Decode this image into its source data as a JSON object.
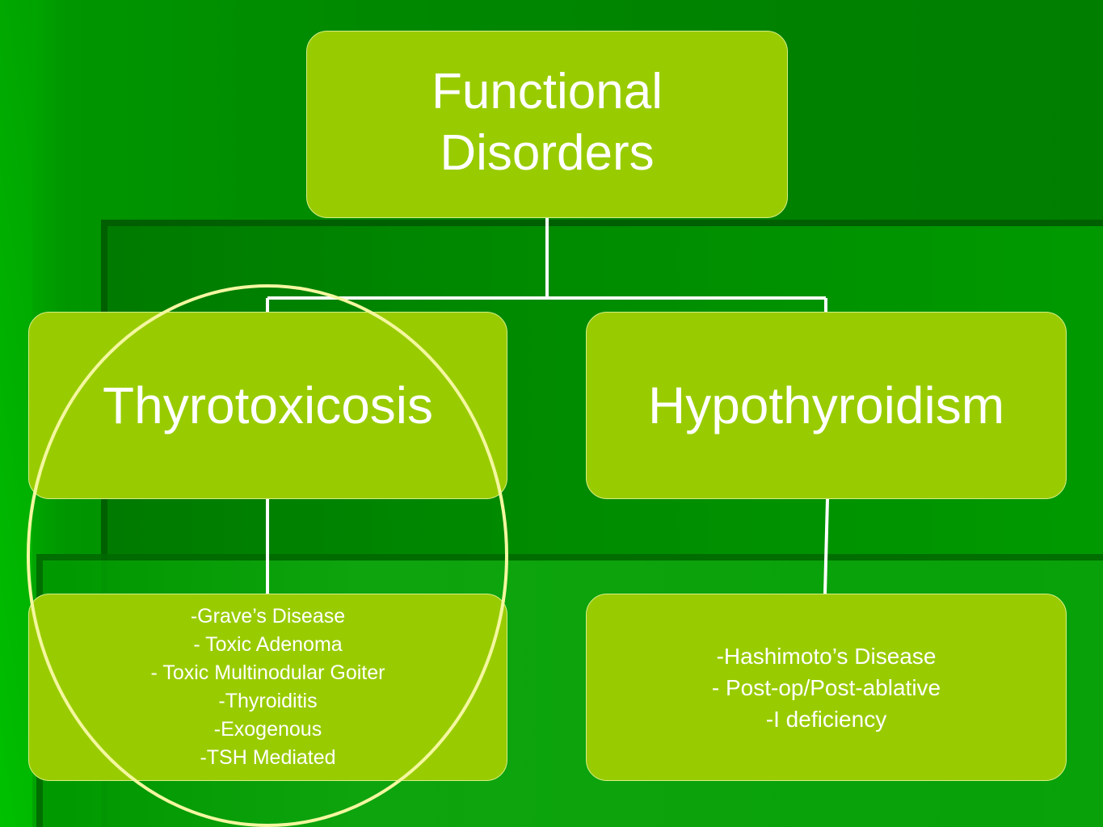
{
  "diagram": {
    "root": {
      "label": "Functional\nDisorders"
    },
    "branches": [
      {
        "label": "Thyrotoxicosis",
        "items": [
          "-Grave’s Disease",
          "- Toxic Adenoma",
          "- Toxic Multinodular  Goiter",
          "-Thyroiditis",
          "-Exogenous",
          "-TSH Mediated"
        ]
      },
      {
        "label": "Hypothyroidism",
        "items": [
          "-Hashimoto’s Disease",
          "- Post-op/Post-ablative",
          "-I deficiency"
        ]
      }
    ],
    "colors": {
      "box_fill": "#99cc00",
      "connector": "#ffffff",
      "highlight_ring": "#f4f7a0",
      "background": "#008800"
    }
  }
}
